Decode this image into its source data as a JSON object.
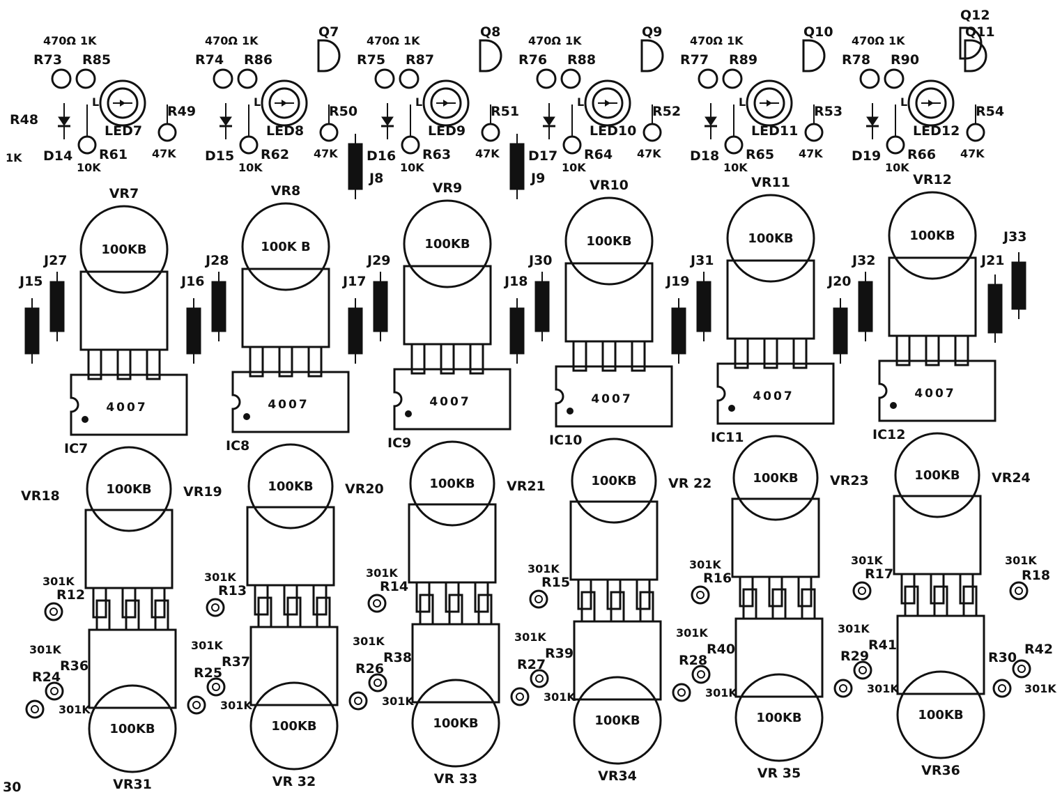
{
  "colors": {
    "ink": "#111111",
    "paper": "#ffffff"
  },
  "top_modules": [
    {
      "q": "",
      "r1": "R73",
      "r1v": "470Ω",
      "r2": "R85",
      "r2v": "1K",
      "rl": "",
      "rlv": "",
      "d": "D14",
      "rm": "R61",
      "rmv": "10K",
      "led": "LED7",
      "rr": "R49",
      "rrv": "47K",
      "j": ""
    },
    {
      "q": "Q7",
      "r1": "R74",
      "r1v": "470Ω",
      "r2": "R86",
      "r2v": "1K",
      "rl": "",
      "rlv": "",
      "d": "D15",
      "rm": "R62",
      "rmv": "10K",
      "led": "LED8",
      "rr": "R50",
      "rrv": "47K",
      "j": "J8"
    },
    {
      "q": "Q8",
      "r1": "R75",
      "r1v": "470Ω",
      "r2": "R87",
      "r2v": "1K",
      "rl": "",
      "rlv": "",
      "d": "D16",
      "rm": "R63",
      "rmv": "10K",
      "led": "LED9",
      "rr": "R51",
      "rrv": "47K",
      "j": "J9"
    },
    {
      "q": "Q9",
      "r1": "R76",
      "r1v": "470Ω",
      "r2": "R88",
      "r2v": "1K",
      "rl": "",
      "rlv": "",
      "d": "D17",
      "rm": "R64",
      "rmv": "10K",
      "led": "LED10",
      "rr": "R52",
      "rrv": "47K",
      "j": ""
    },
    {
      "q": "Q10",
      "r1": "R77",
      "r1v": "470Ω",
      "r2": "R89",
      "r2v": "1K",
      "rl": "",
      "rlv": "",
      "d": "D18",
      "rm": "R65",
      "rmv": "10K",
      "led": "LED11",
      "rr": "R53",
      "rrv": "47K",
      "j": ""
    },
    {
      "q": "Q11",
      "r1": "R78",
      "r1v": "470Ω",
      "r2": "R90",
      "r2v": "1K",
      "rl": "",
      "rlv": "",
      "d": "D19",
      "rm": "R66",
      "rmv": "10K",
      "led": "LED12",
      "rr": "R54",
      "rrv": "47K",
      "j": ""
    }
  ],
  "top_extra": {
    "q12": "Q12",
    "r48": "R48",
    "r48v": "1K"
  },
  "row_pots": [
    {
      "vr": "VR7",
      "value": "100KB",
      "ja": "J15",
      "jb": "J27"
    },
    {
      "vr": "VR8",
      "value": "100K B",
      "ja": "J16",
      "jb": "J28"
    },
    {
      "vr": "VR9",
      "value": "100KB",
      "ja": "J17",
      "jb": "J29"
    },
    {
      "vr": "VR10",
      "value": "100KB",
      "ja": "J18",
      "jb": "J30"
    },
    {
      "vr": "VR11",
      "value": "100KB",
      "ja": "J19",
      "jb": "J31"
    },
    {
      "vr": "VR12",
      "value": "100KB",
      "ja": "J20",
      "jb": "J32"
    }
  ],
  "row_pots_extra": {
    "ja": "J21",
    "jb": "J33"
  },
  "ics": [
    {
      "id": "IC7",
      "part": "4007"
    },
    {
      "id": "IC8",
      "part": "4007"
    },
    {
      "id": "IC9",
      "part": "4007"
    },
    {
      "id": "IC10",
      "part": "4007"
    },
    {
      "id": "IC11",
      "part": "4007"
    },
    {
      "id": "IC12",
      "part": "4007"
    }
  ],
  "mid_pots": [
    {
      "vr": "VR19",
      "value": "100KB",
      "r": "R12",
      "rv": "301K"
    },
    {
      "vr": "VR20",
      "value": "100KB",
      "r": "R13",
      "rv": "301K"
    },
    {
      "vr": "VR21",
      "value": "100KB",
      "r": "R14",
      "rv": "301K"
    },
    {
      "vr": "VR 22",
      "value": "100KB",
      "r": "R15",
      "rv": "301K"
    },
    {
      "vr": "VR23",
      "value": "100KB",
      "r": "R16",
      "rv": "301K"
    },
    {
      "vr": "VR24",
      "value": "100KB",
      "r": "R17",
      "rv": "301K"
    }
  ],
  "mid_extra": {
    "vr18": "VR18",
    "r18": "R18",
    "r18v": "301K"
  },
  "bot_pots": [
    {
      "vr": "VR31",
      "value": "100KB",
      "rv": "R24",
      "rvv": "301K",
      "rr": "R36",
      "rrv": "301K"
    },
    {
      "vr": "VR 32",
      "value": "100KB",
      "rv": "R25",
      "rvv": "301K",
      "rr": "R37",
      "rrv": "301K"
    },
    {
      "vr": "VR 33",
      "value": "100KB",
      "rv": "R26",
      "rvv": "301K",
      "rr": "R38",
      "rrv": "301K"
    },
    {
      "vr": "VR34",
      "value": "100KB",
      "rv": "R27",
      "rvv": "301K",
      "rr": "R39",
      "rrv": "301K"
    },
    {
      "vr": "VR 35",
      "value": "100KB",
      "rv": "R28",
      "rvv": "301K",
      "rr": "R40",
      "rrv": "301K"
    },
    {
      "vr": "VR36",
      "value": "100KB",
      "rv": "R29",
      "rvv": "301K",
      "rr": "R41",
      "rrv": "301K"
    }
  ],
  "bot_extra": {
    "vr30": "30",
    "r30": "R30",
    "r42": "R42",
    "r42v": "301K"
  }
}
